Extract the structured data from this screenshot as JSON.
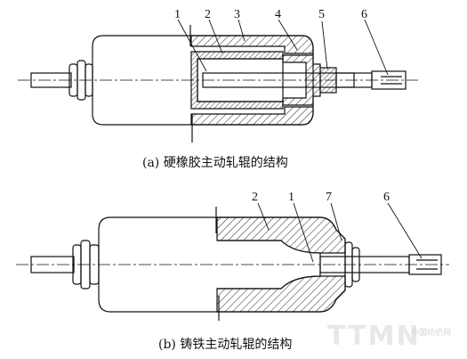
{
  "figure_a": {
    "caption": "(a) 硬橡胶主动轧辊的结构",
    "labels": [
      "1",
      "2",
      "3",
      "4",
      "5",
      "6"
    ]
  },
  "figure_b": {
    "caption": "(b) 铸铁主动轧辊的结构",
    "labels": [
      "2",
      "1",
      "7",
      "6"
    ]
  },
  "watermark": {
    "logo": "TTMN",
    "site": "中国纺织网"
  },
  "colors": {
    "line": "#111111",
    "hatch": "#222222",
    "background": "#ffffff"
  }
}
